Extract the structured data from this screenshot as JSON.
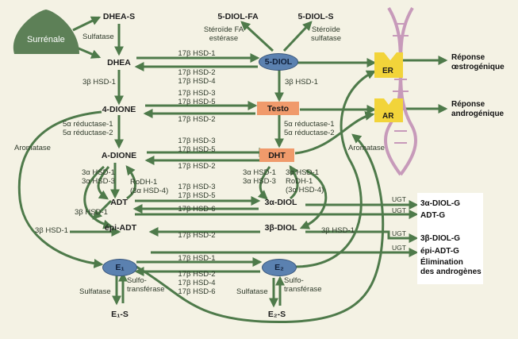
{
  "surrenale": "Surrénale",
  "nodes": {
    "dhea_s": "DHEA-S",
    "dhea": "DHEA",
    "five_diol_fa": "5-DIOL-FA",
    "five_diol_s": "5-DIOL-S",
    "five_diol": "5-DIOL",
    "four_dione": "4-DIONE",
    "testo": "Testo",
    "a_dione": "A-DIONE",
    "dht": "DHT",
    "adt": "ADT",
    "three_alpha_diol": "3α-DIOL",
    "epi_adt": "épi-ADT",
    "three_beta_diol": "3β-DIOL",
    "e1": "E₁",
    "e2": "E₂",
    "e1s": "E₁-S",
    "e2s": "E₂-S"
  },
  "receptors": {
    "er": "ER",
    "ar": "AR"
  },
  "enzymes": {
    "sulfatase": "Sulfatase",
    "steroide_fa_esterase": "Stéroïde FA\nestérase",
    "steroide_sulfatase": "Stéroïde\nsulfatase",
    "hsd3b": "3β HSD-1",
    "hsd17_dhea_5diol_fwd": "17β HSD-1",
    "hsd17_dhea_5diol_back": "17β HSD-2\n17β HSD-4",
    "hsd17_4dione_testo_fwd": "17β HSD-3\n17β HSD-5",
    "hsd17_4dione_testo_back": "17β HSD-2",
    "reductase_left": "5α réductase-1\n5α réductase-2",
    "reductase_right": "5α réductase-1\n5α réductase-2",
    "aromatase_left": "Aromatase",
    "aromatase_right": "Aromatase",
    "hsd17_adione_dht_fwd": "17β HSD-3\n17β HSD-5",
    "hsd17_adione_dht_back": "17β HSD-2",
    "hsd3a_left": "3α HSD-1\n3α HSD-3",
    "rodh_left": "RoDH-1\n(3α HSD-4)",
    "hsd3a_right": "3α HSD-1\n3α HSD-3",
    "rodh_right": "3α HSD-1\nRoDH-1\n(3α HSD-4)",
    "hsd17_adt_fwd": "17β HSD-3\n17β HSD-5",
    "hsd17_adt_back": "17β HSD-6",
    "hsd3b_adt": "3β HSD-1",
    "hsd3b_epi": "3β HSD-1",
    "hsd3b_diol": "3β HSD-1",
    "hsd17_epi": "17β HSD-2",
    "hsd17_e1e2_fwd": "17β HSD-1",
    "hsd17_e1e2_back": "17β HSD-2\n17β HSD-4\n17β HSD-6",
    "sulfatase_e1": "Sulfatase",
    "sulfo_e1": "Sulfo-\ntransférase",
    "sulfatase_e2": "Sulfatase",
    "sulfo_e2": "Sulfo-\ntransférase"
  },
  "outputs": {
    "reponse_oestro": "Réponse\nœstrogénique",
    "reponse_andro": "Réponse\nandrogénique",
    "ugt": "UGT",
    "diol_g": "3α-DIOL-G",
    "adt_g": "ADT-G",
    "bdiol_g": "3β-DIOL-G",
    "epi_adt_g": "épi-ADT-G",
    "elimination": "Élimination\ndes androgènes"
  },
  "colors": {
    "arrow": "#4e7a4a",
    "surrenale": "#5d8057",
    "ellipse": "#5b81b0",
    "box": "#f09a6b",
    "receptor": "#f2d43a",
    "dna": "#c79aba",
    "background": "#f4f2e4"
  }
}
